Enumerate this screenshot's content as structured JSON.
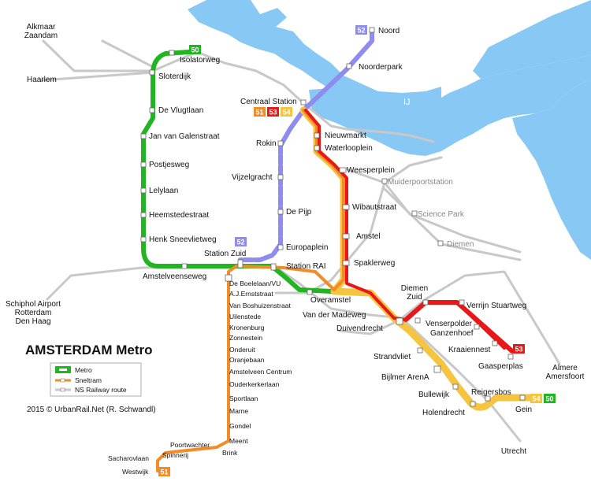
{
  "title": "AMSTERDAM Metro",
  "credit": "2015 © UrbanRail.Net (R. Schwandl)",
  "colors": {
    "water": "#87c8f5",
    "metro": "#22b522",
    "sneltram": "#f28c28",
    "railway": "#c8c8c8",
    "line50": "#22b522",
    "line51": "#f28c28",
    "line52": "#8f8cf0",
    "line53": "#e81818",
    "line54": "#f5c542"
  },
  "legend": [
    {
      "label": "Metro",
      "color": "#22b522"
    },
    {
      "label": "Sneltram",
      "color": "#f28c28"
    },
    {
      "label": "NS Railway route",
      "color": "#c8c8c8"
    }
  ],
  "water_labels": {
    "ij": "IJ"
  },
  "line_badges": {
    "l50": "50",
    "l51": "51",
    "l52": "52",
    "l53": "53",
    "l54": "54"
  },
  "destinations": {
    "alkmaar": "Alkmaar",
    "zaandam": "Zaandam",
    "haarlem": "Haarlem",
    "schiphol": "Schiphol Airport",
    "rotterdam": "Rotterdam",
    "denhaag": "Den Haag",
    "almere": "Almere",
    "amersfoort": "Amersfoort",
    "utrecht": "Utrecht"
  },
  "stations": {
    "noord": "Noord",
    "noorderpark": "Noorderpark",
    "centraal": "Centraal Station",
    "isolatorweg": "Isolatorweg",
    "sloterdijk": "Sloterdijk",
    "devlugtlaan": "De Vlugtlaan",
    "jvgalenstraat": "Jan van Galenstraat",
    "postjesweg": "Postjesweg",
    "lelylaan": "Lelylaan",
    "heemstedestraat": "Heemstedestraat",
    "henksneevliet": "Henk Sneevlietweg",
    "stationzuid": "Station Zuid",
    "amstelveenseweg": "Amstelveenseweg",
    "rokin": "Rokin",
    "vijzelgracht": "Vijzelgracht",
    "depijp": "De Pijp",
    "europaplein": "Europaplein",
    "stationrai": "Station RAI",
    "nieuwmarkt": "Nieuwmarkt",
    "waterlooplein": "Waterlooplein",
    "weesperplein": "Weesperplein",
    "muiderpoort": "Muiderpoortstation",
    "wibautstraat": "Wibautstraat",
    "sciencepark": "Science Park",
    "amstel": "Amstel",
    "diemen": "Diemen",
    "spaklerweg": "Spaklerweg",
    "overamstel": "Overamstel",
    "vandermadeweg": "Van der Madeweg",
    "duivendrecht": "Duivendrecht",
    "diemenzuid_1": "Diemen",
    "diemenzuid_2": "Zuid",
    "verrijnstuart": "Verrijn Stuartweg",
    "venserpolder": "Venserpolder",
    "ganzenhoef": "Ganzenhoef",
    "kraaiennest": "Kraaiennest",
    "gaasperplas": "Gaasperplas",
    "strandvliet": "Strandvliet",
    "bijlmer": "Bijlmer ArenA",
    "bullewijk": "Bullewijk",
    "holendrecht": "Holendrecht",
    "reigersbos": "Reigersbos",
    "gein": "Gein",
    "deboelelaan": "De Boelelaan/VU",
    "ajernststraat": "A.J.Ernststraat",
    "vanboshuizen": "Van Boshuizenstraat",
    "uilenstede": "Uilenstede",
    "kronenburg": "Kronenburg",
    "zonnestein": "Zonnestein",
    "onderuit": "Onderuit",
    "oranjebaan": "Oranjebaan",
    "amstelveencentrum": "Amstelveen Centrum",
    "ouderkerkerlaan": "Ouderkerkerlaan",
    "sportlaan": "Sportlaan",
    "marne": "Marne",
    "gondel": "Gondel",
    "meent": "Meent",
    "brink": "Brink",
    "poortwachter": "Poortwachter",
    "spinnerij": "Spinnerij",
    "sacharovlaan": "Sacharovlaan",
    "westwijk": "Westwijk"
  }
}
